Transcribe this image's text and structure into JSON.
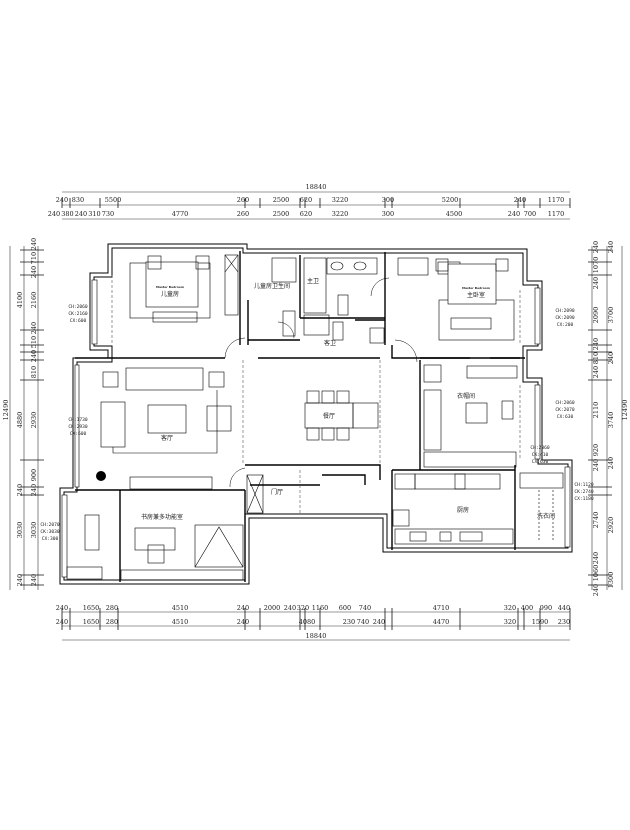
{
  "dimensions": {
    "top_total": "18840",
    "top_row1": [
      "240",
      "830",
      "5500",
      "260",
      "2500",
      "620",
      "3220",
      "300",
      "5200",
      "240",
      "1170"
    ],
    "top_row2": [
      "240",
      "380",
      "240",
      "310",
      "730",
      "4770",
      "260",
      "2500",
      "620",
      "3220",
      "300",
      "4500",
      "240",
      "700",
      "1170"
    ],
    "bottom_row1": [
      "240",
      "1650",
      "280",
      "4510",
      "240",
      "2000",
      "240",
      "320",
      "1160",
      "600",
      "740",
      "4710",
      "320",
      "400",
      "990",
      "440"
    ],
    "bottom_row2": [
      "240",
      "1650",
      "280",
      "4510",
      "240",
      "4080",
      "230",
      "740",
      "240",
      "4470",
      "320",
      "1590",
      "230"
    ],
    "bottom_total": "18840",
    "left_outer": "12490",
    "left_middle": [
      "4100",
      "4880",
      "240",
      "3030",
      "240"
    ],
    "left_inner": [
      "240",
      "710",
      "240",
      "2160",
      "240",
      "510",
      "240",
      "810",
      "2930",
      "900",
      "240",
      "3030",
      "240"
    ],
    "right_inner": [
      "240",
      "1070",
      "240",
      "2090",
      "240",
      "810",
      "240",
      "2110",
      "920",
      "240",
      "2740",
      "240",
      "1060",
      "240"
    ],
    "right_middle": [
      "240",
      "3700",
      "240",
      "3740",
      "240",
      "2920",
      "1300"
    ],
    "right_outer": "12490"
  },
  "rooms": {
    "kids_room": "儿童房",
    "kids_room_en": "Master Bedroom",
    "kids_bathroom": "儿童房卫生间",
    "master_bathroom": "主卫",
    "guest_bathroom": "客卫",
    "master_bedroom": "主卧室",
    "master_bedroom_en": "Master Bedroom",
    "walk_in_closet": "衣帽间",
    "living_room": "客厅",
    "dining_room": "餐厅",
    "foyer": "门厅",
    "study": "书房兼多功能室",
    "kitchen": "厨房",
    "laundry": "洗衣间"
  },
  "window_notes": [
    {
      "ch": "CH:2060",
      "ck": "CK:2160",
      "cx": "CX:600"
    },
    {
      "ch": "CH:1730",
      "ck": "CK:2930",
      "cx": "CX:600"
    },
    {
      "ch": "CH:2070",
      "ck": "CK:3030",
      "cx": "CX:300"
    },
    {
      "ch": "CH:2090",
      "ck": "CK:2090",
      "cx": "CX:200"
    },
    {
      "ch": "CH:2060",
      "ck": "CK:2070",
      "cx": "CX:630"
    },
    {
      "ch": "CH:2060",
      "ck": "CK:410",
      "cx": "CX:630"
    },
    {
      "ch": "CH:1120",
      "ck": "CK:2740",
      "cx": "CX:1180"
    }
  ]
}
